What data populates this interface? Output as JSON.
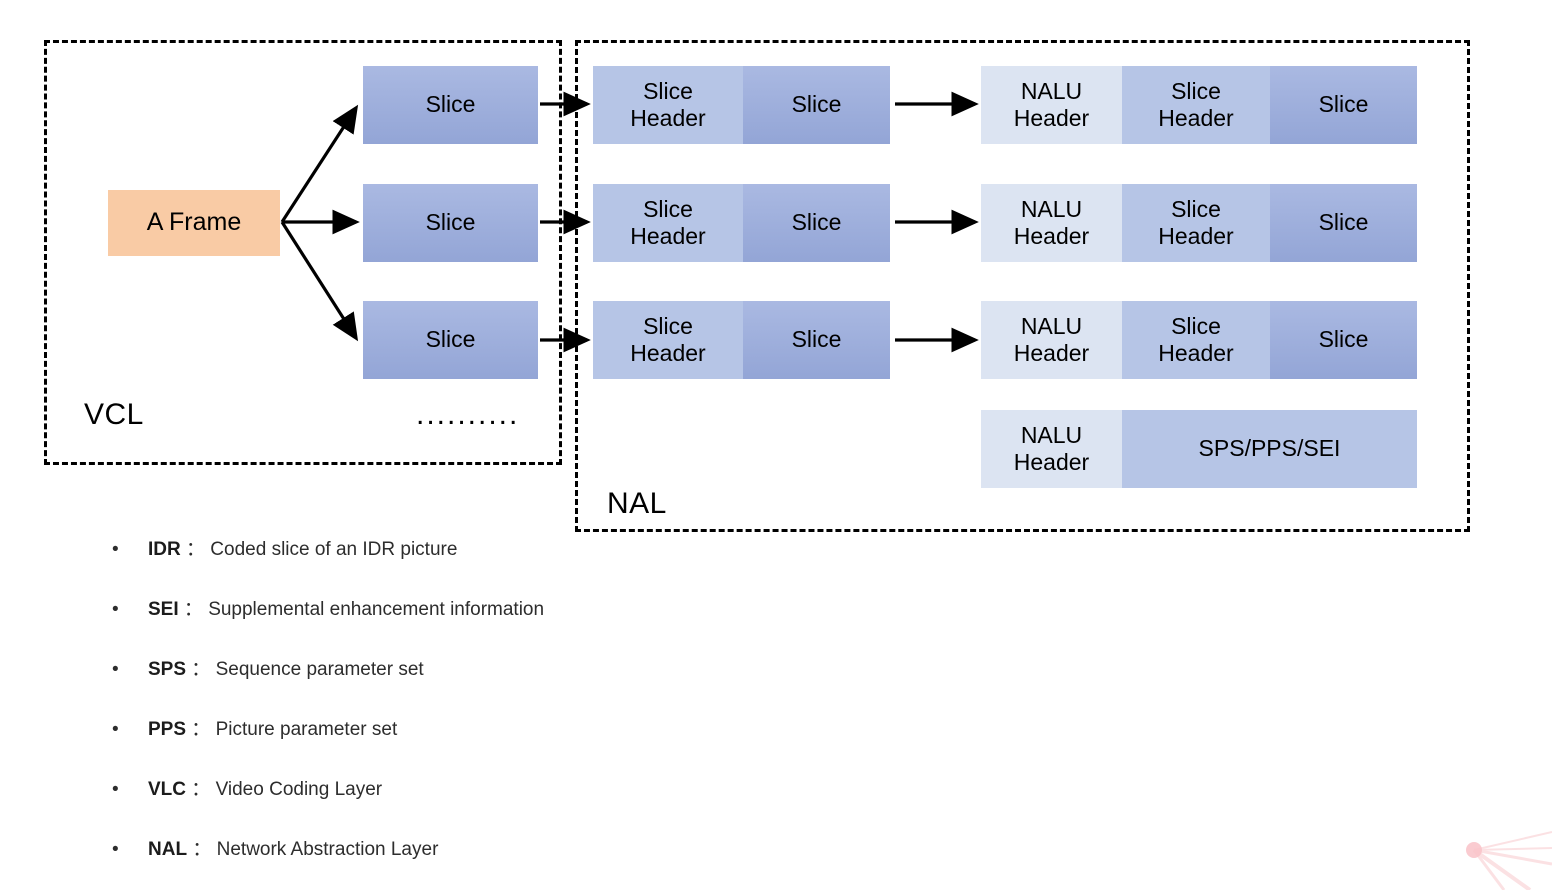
{
  "diagram": {
    "title_hidden": "",
    "panels": [
      {
        "id": "vcl",
        "label": "VCL"
      },
      {
        "id": "nal",
        "label": "NAL"
      }
    ],
    "ellipsis": "..........",
    "frame": {
      "label": "A Frame"
    },
    "vcl_slices": [
      {
        "label": "Slice"
      },
      {
        "label": "Slice"
      },
      {
        "label": "Slice"
      }
    ],
    "nal_slice_rows": [
      {
        "header": "Slice\nHeader",
        "payload": "Slice"
      },
      {
        "header": "Slice\nHeader",
        "payload": "Slice"
      },
      {
        "header": "Slice\nHeader",
        "payload": "Slice"
      }
    ],
    "nalu_rows": [
      {
        "nalu_header": "NALU\nHeader",
        "slice_header": "Slice\nHeader",
        "payload": "Slice"
      },
      {
        "nalu_header": "NALU\nHeader",
        "slice_header": "Slice\nHeader",
        "payload": "Slice"
      },
      {
        "nalu_header": "NALU\nHeader",
        "slice_header": "Slice\nHeader",
        "payload": "Slice"
      }
    ],
    "parameter_set_row": {
      "nalu_header": "NALU\nHeader",
      "payload": "SPS/PPS/SEI"
    },
    "colors": {
      "frame_fill": "#f9cba5",
      "slice_fill_top": "#aab9e2",
      "slice_fill_bottom": "#93a5d6",
      "nalu_header_fill": "#dce4f2",
      "slice_header_fill": "#b6c5e6",
      "panel_border": "#000000",
      "arrow": "#000000",
      "decor_pink": "#f9c9cd"
    }
  },
  "legend": {
    "bullet_glyph": "•",
    "separator": "：",
    "items": [
      {
        "term": "IDR",
        "separator": " ： ",
        "desc": "Coded slice of an IDR picture"
      },
      {
        "term": "SEI",
        "separator": " ： ",
        "desc": "Supplemental enhancement information"
      },
      {
        "term": "SPS",
        "separator": " ：  ",
        "desc": "Sequence parameter set"
      },
      {
        "term": "PPS",
        "separator": " ： ",
        "desc": "Picture parameter set"
      },
      {
        "term": "VLC",
        "separator": " ： ",
        "desc": "Video Coding Layer"
      },
      {
        "term": "NAL",
        "separator": " ： ",
        "desc": "Network Abstraction Layer"
      }
    ]
  }
}
